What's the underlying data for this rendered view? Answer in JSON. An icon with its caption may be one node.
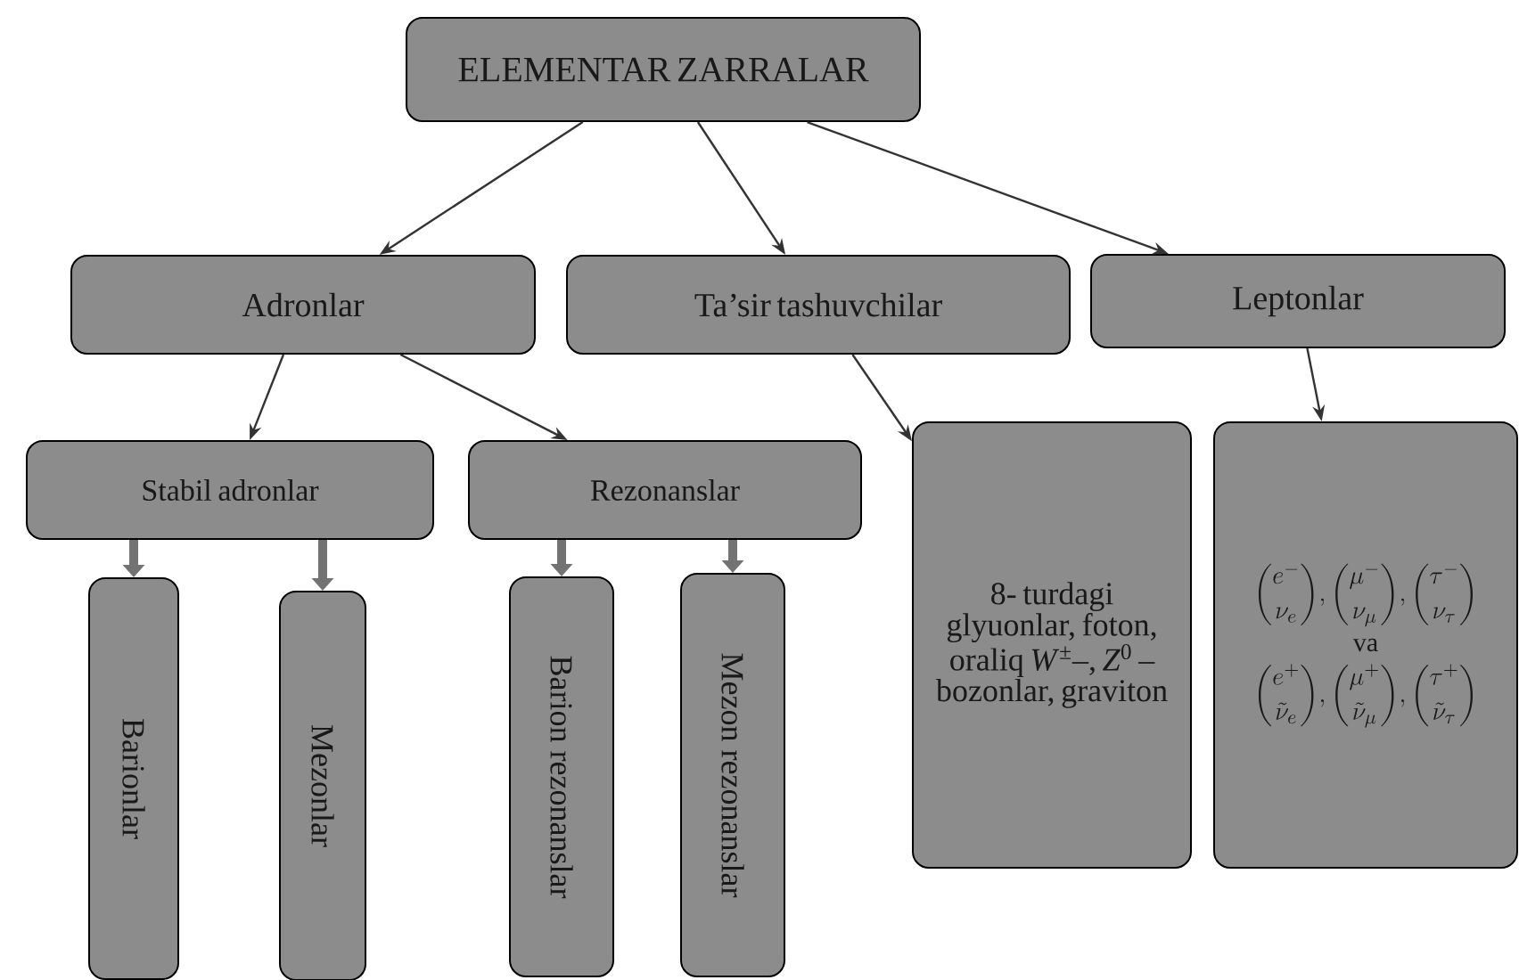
{
  "diagram": {
    "nodes": [
      {
        "text": [
          "ELEMENTAR ZARRALAR"
        ]
      },
      {
        "text": [
          "Adronlar"
        ]
      },
      {
        "text": [
          "Ta’sir tashuvchilar"
        ]
      },
      {
        "text": [
          "Leptonlar"
        ]
      },
      {
        "text": [
          "Stabil adronlar"
        ]
      },
      {
        "text": [
          "Rezonanslar"
        ]
      },
      {
        "text": [
          "8- turdagi glyuonlar, foton, oraliq *W*$^{±}$–, *Z*$^{0}$ – bozonlar, graviton"
        ]
      },
      {
        "text": [
          "\\binom{e^-}{\\nu_e},\\binom{\\mu^-}{\\nu_\\mu},\\binom{\\tau^-}{\\nu_\\tau}",
          "va",
          "\\binom{e^+}{\\tilde\\nu_e},\\binom{\\mu^+}{\\tilde\\nu_\\mu},\\binom{\\tau^+}{\\tilde\\nu_\\tau}"
        ]
      },
      {
        "text": [
          "Barionlar"
        ]
      },
      {
        "text": [
          "Mezonlar"
        ]
      },
      {
        "text": [
          "Barion rezonanslar"
        ]
      },
      {
        "text": [
          "Mezon rezonanslar"
        ]
      }
    ],
    "edges": [
      {
        "from": 0,
        "to": 1,
        "arrow": "to"
      },
      {
        "from": 0,
        "to": 2,
        "arrow": "to"
      },
      {
        "from": 0,
        "to": 3,
        "arrow": "to"
      },
      {
        "from": 1,
        "to": 4,
        "arrow": "to"
      },
      {
        "from": 1,
        "to": 5,
        "arrow": "to"
      },
      {
        "from": 2,
        "to": 6,
        "arrow": "to"
      },
      {
        "from": 3,
        "to": 7,
        "arrow": "to"
      },
      {
        "from": 4,
        "to": 8,
        "arrow": "to",
        "style": "thick"
      },
      {
        "from": 4,
        "to": 9,
        "arrow": "to",
        "style": "thick"
      },
      {
        "from": 5,
        "to": 10,
        "arrow": "to",
        "style": "thick"
      },
      {
        "from": 5,
        "to": 11,
        "arrow": "to",
        "style": "thick"
      }
    ]
  }
}
